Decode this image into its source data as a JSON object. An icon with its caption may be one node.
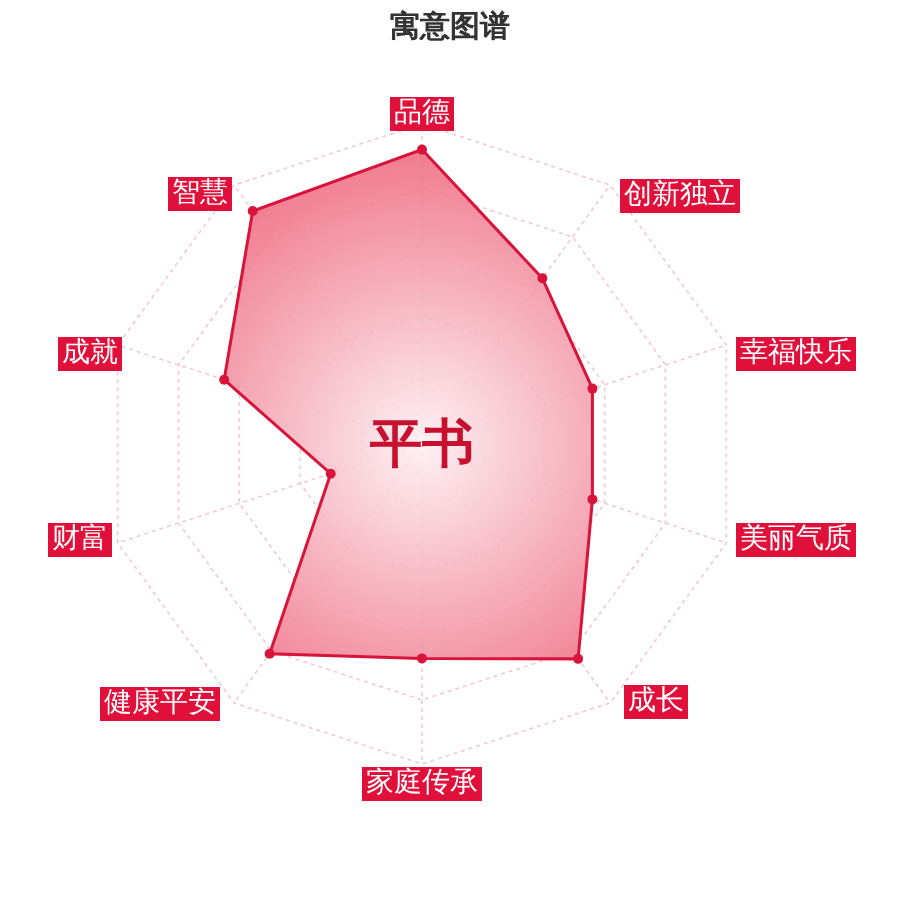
{
  "diagram": {
    "title": "寓意图谱",
    "labels": [
      "品德",
      "智慧",
      "创新独立",
      "成就",
      "幸福快乐",
      "平书",
      "财富",
      "美丽气质",
      "健康平安",
      "成长",
      "家庭传承"
    ]
  }
}
